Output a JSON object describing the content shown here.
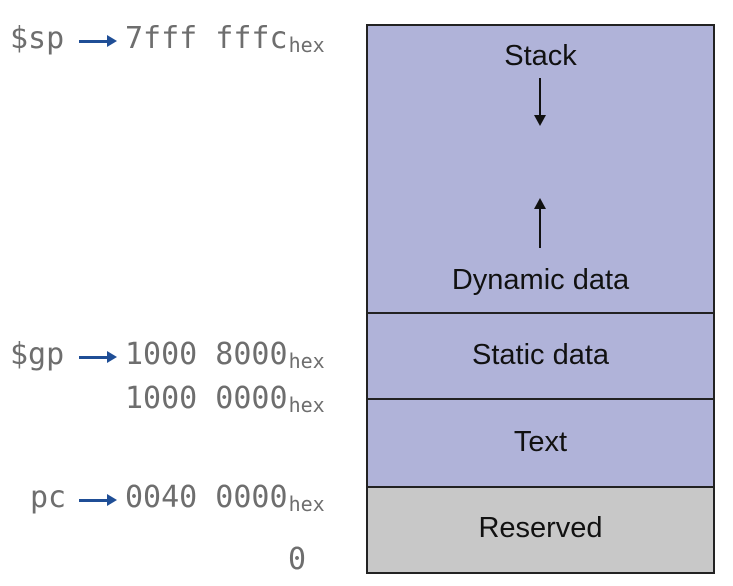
{
  "colors": {
    "segment_fill": "#b0b3d9",
    "reserved_fill": "#c8c8c8",
    "pointer_arrow": "#1f4e96",
    "address_text": "#6e6e6e"
  },
  "segments": {
    "stack": "Stack",
    "dynamic": "Dynamic data",
    "static": "Static data",
    "text": "Text",
    "reserved": "Reserved"
  },
  "pointers": {
    "sp": "$sp",
    "gp": "$gp",
    "pc": "pc"
  },
  "addresses": {
    "sp_addr": "7fff fffc",
    "gp_addr": "1000 8000",
    "static_start": "1000 0000",
    "pc_addr": "0040 0000",
    "zero": "0",
    "hex_suffix": "hex"
  }
}
